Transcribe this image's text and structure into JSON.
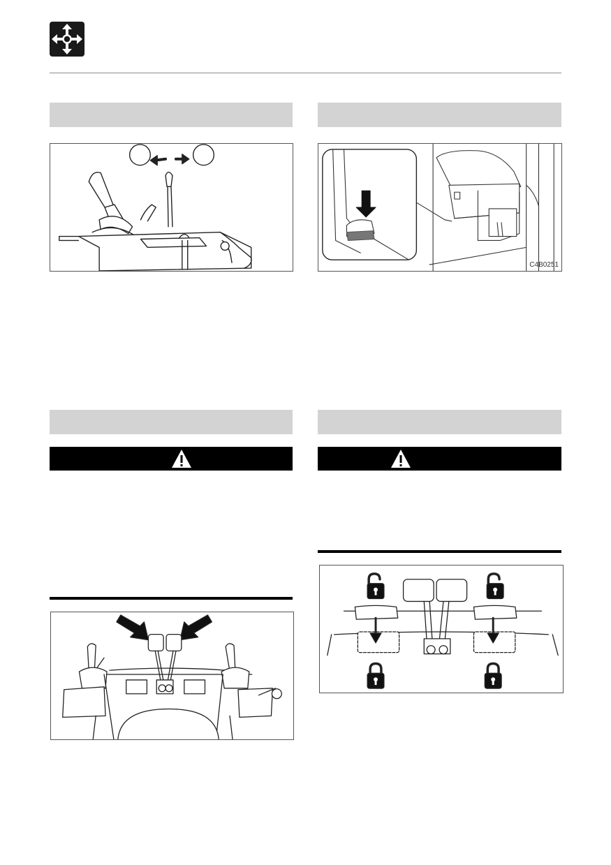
{
  "header": {
    "icon": "four-way-arrows-icon"
  },
  "figures": {
    "lever_shift": {
      "icon": "control-lever-illustration"
    },
    "cab_floor": {
      "code": "C4B0251"
    },
    "travel_levers": {
      "icon": "travel-levers-illustration"
    },
    "lock_levers": {
      "icon": "lock-levers-illustration"
    }
  },
  "warnings": {
    "left": {
      "icon": "warning-triangle-icon"
    },
    "right": {
      "icon": "warning-triangle-icon"
    }
  }
}
